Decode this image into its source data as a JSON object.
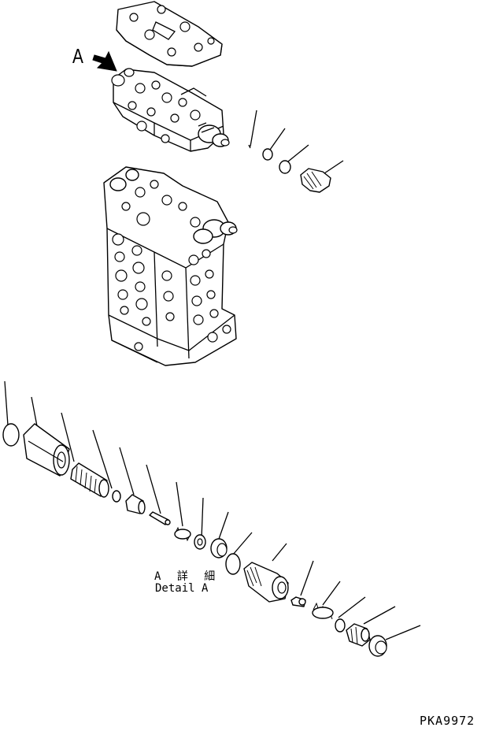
{
  "figure": {
    "view_label": "A",
    "detail_label_jp": "A 詳 細",
    "detail_label_en": "Detail A",
    "drawing_code": "PKA9972",
    "line_color": "#000000",
    "background": "#ffffff"
  },
  "icons": {
    "view_arrow": "view-direction-arrow-icon"
  }
}
